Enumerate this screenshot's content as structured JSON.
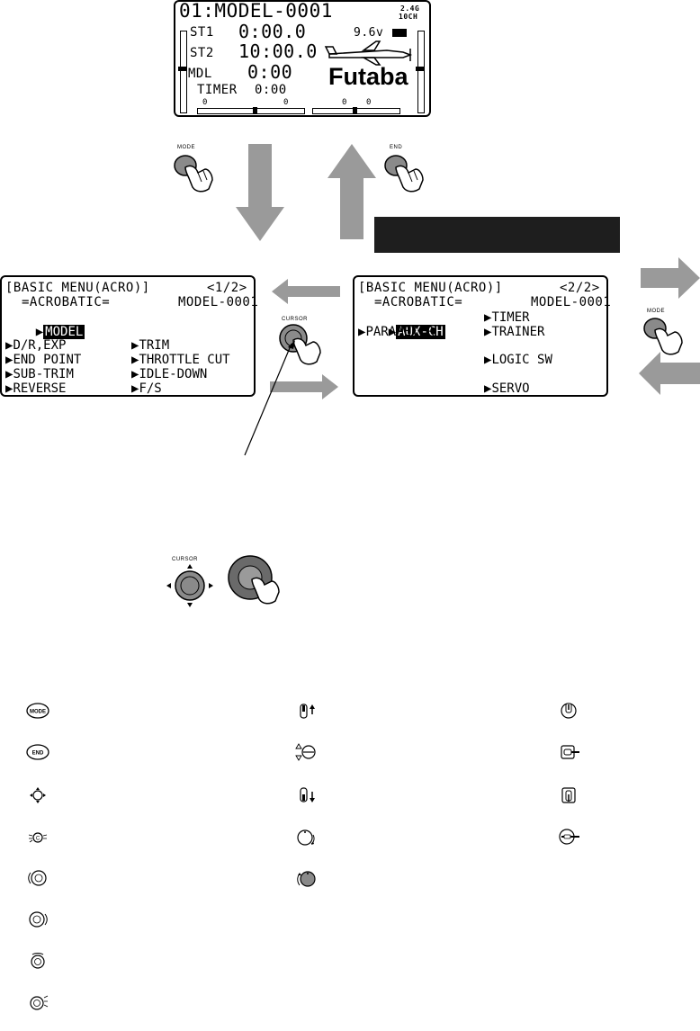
{
  "home": {
    "model_line": "01:MODEL-0001",
    "band": "2.4G",
    "channels": "10CH",
    "st1_label": "ST1",
    "st1_value": "0:00.0",
    "voltage": "9.6v",
    "st2_label": "ST2",
    "st2_value": "10:00.0",
    "mdl_label": "MDL",
    "mdl_value": "0:00",
    "timer_label": "TIMER",
    "timer_value": "0:00",
    "brand": "Futaba",
    "trim_marks": [
      "0",
      "0",
      "0",
      "0"
    ]
  },
  "buttons": {
    "mode_label": "MODE",
    "end_label": "END",
    "cursor_label": "CURSOR"
  },
  "menu1": {
    "title": "[BASIC MENU(ACRO)]",
    "page": "<1/2>",
    "type_line": "=ACROBATIC=",
    "model": "MODEL-0001",
    "selected": "MODEL",
    "left_items": [
      "D/R,EXP",
      "END POINT",
      "SUB-TRIM",
      "REVERSE"
    ],
    "right_items": [
      "TRIM",
      "THROTTLE CUT",
      "IDLE-DOWN",
      "F/S"
    ]
  },
  "menu2": {
    "title": "[BASIC MENU(ACRO)]",
    "page": "<2/2>",
    "type_line": "=ACROBATIC=",
    "model": "MODEL-0001",
    "selected": "AUX-CH",
    "left_items": [
      "PARAMETER"
    ],
    "right_items": [
      "TIMER",
      "TRAINER",
      "LOGIC SW",
      "SERVO"
    ]
  },
  "colors": {
    "arrow_gray": "#9a9a9a",
    "lcd_black": "#000000",
    "banner": "#1e1e1e"
  },
  "legend_icons": [
    "mode-button-icon",
    "end-button-icon",
    "cursor-pad-icon",
    "cursor-press-icon",
    "dial-left-icon",
    "dial-right-icon",
    "dial-top-icon",
    "dial-press-icon",
    "lever-up-icon",
    "slide-up-down-icon",
    "lever-down-icon",
    "knob-cw-icon",
    "knob-ccw-icon",
    "switch-front-icon",
    "switch-right-icon",
    "switch-mid-icon",
    "switch-center-icon"
  ]
}
